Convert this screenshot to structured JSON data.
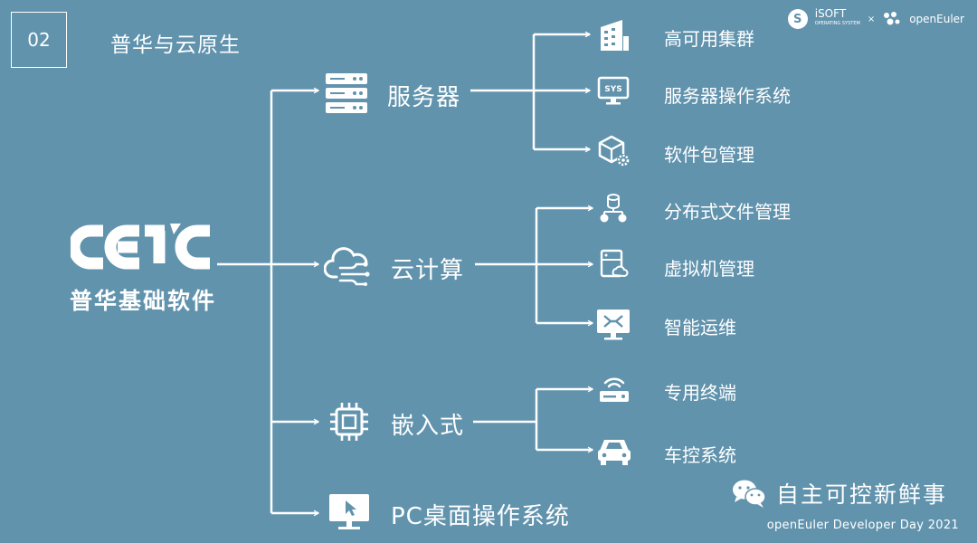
{
  "slide": {
    "number": "02",
    "title": "普华与云原生"
  },
  "brand": {
    "isoft_mark": "S",
    "isoft_name": "iSOFT",
    "isoft_tagline": "OPERATING SYSTEM",
    "separator": "×",
    "openeuler_name": "openEuler"
  },
  "root": {
    "logo_text": "CETC",
    "label": "普华基础软件"
  },
  "categories": [
    {
      "label": "服务器",
      "icon": "server-icon",
      "children": [
        {
          "label": "高可用集群",
          "icon": "building-icon"
        },
        {
          "label": "服务器操作系统",
          "icon": "sys-monitor-icon",
          "icon_text": "SYS"
        },
        {
          "label": "软件包管理",
          "icon": "package-gear-icon"
        }
      ]
    },
    {
      "label": "云计算",
      "icon": "cloud-icon",
      "children": [
        {
          "label": "分布式文件管理",
          "icon": "distributed-db-icon"
        },
        {
          "label": "虚拟机管理",
          "icon": "vm-icon"
        },
        {
          "label": "智能运维",
          "icon": "ops-monitor-icon"
        }
      ]
    },
    {
      "label": "嵌入式",
      "icon": "chip-icon",
      "children": [
        {
          "label": "专用终端",
          "icon": "router-icon"
        },
        {
          "label": "车控系统",
          "icon": "car-icon"
        }
      ]
    },
    {
      "label": "PC桌面操作系统",
      "icon": "desktop-icon",
      "children": []
    }
  ],
  "footer": {
    "wechat_account": "自主可控新鲜事",
    "event": "openEuler Developer Day 2021"
  }
}
